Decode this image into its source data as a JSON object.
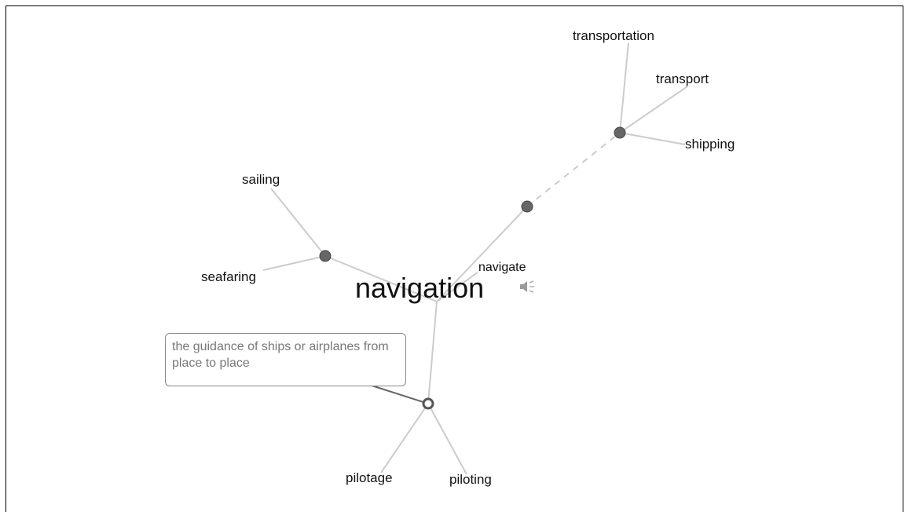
{
  "head_word": "navigation",
  "definition": "the guidance of ships or airplanes from place to place",
  "speaker_icon": "speaker-icon",
  "words": {
    "transportation": "transportation",
    "transport": "transport",
    "shipping": "shipping",
    "sailing": "sailing",
    "seafaring": "seafaring",
    "navigate": "navigate",
    "pilotage": "pilotage",
    "piloting": "piloting"
  },
  "colors": {
    "edge": "#cccccc",
    "node": "#666666",
    "text": "#111111",
    "definition_text": "#777777"
  }
}
